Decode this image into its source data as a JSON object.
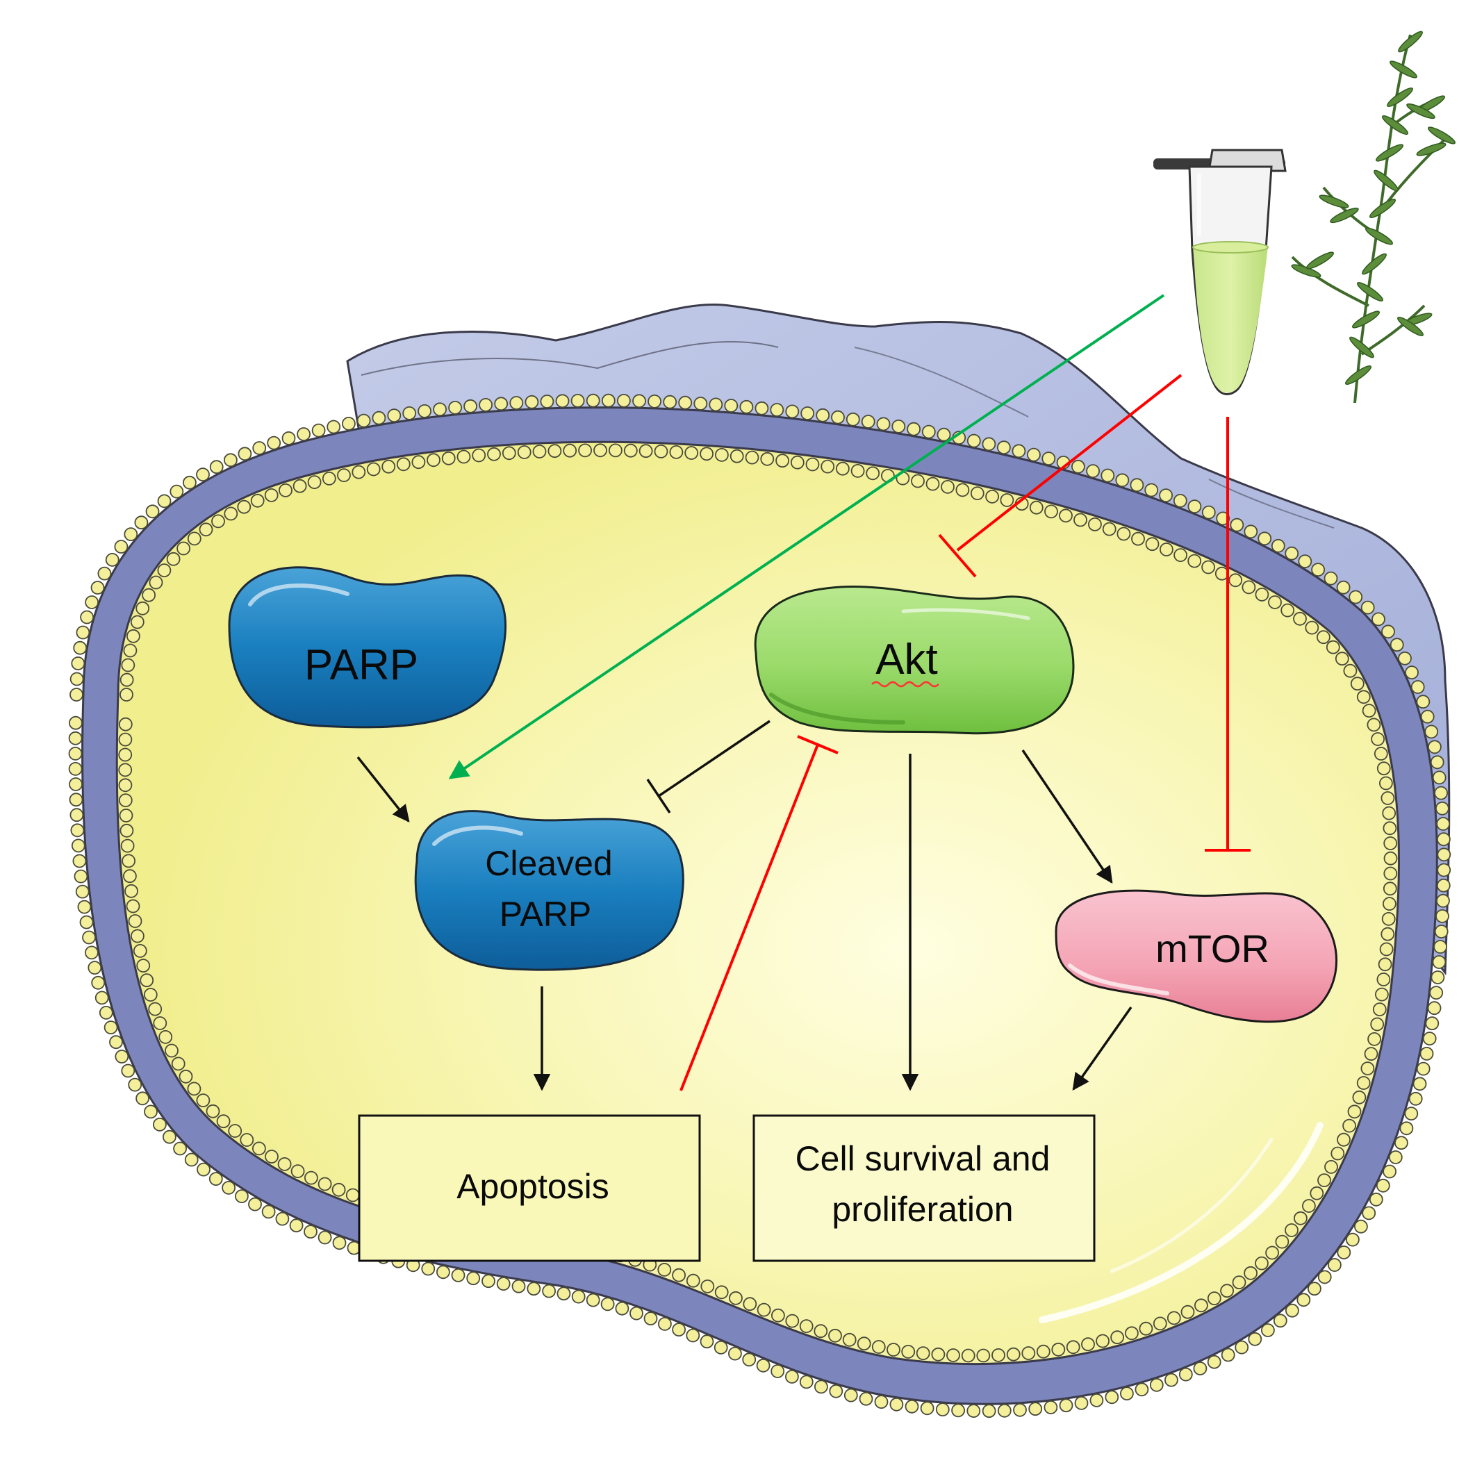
{
  "nodes": {
    "parp": "PARP",
    "akt": "Akt",
    "cleaved_parp_line1": "Cleaved",
    "cleaved_parp_line2": "PARP",
    "mtor": "mTOR"
  },
  "boxes": {
    "apoptosis": "Apoptosis",
    "survival_line1": "Cell survival and",
    "survival_line2": "proliferation"
  },
  "colors": {
    "activation": "#00b050",
    "inhibition": "#ff0000",
    "arrow": "#111111",
    "parp_blue": "#1a7fbf",
    "akt_green": "#8ed45a",
    "mtor_pink": "#f4a3b4",
    "cell_yellow": "#f6f4a0",
    "membrane_dot": "#f3ef9a",
    "membrane_band": "#7c86bd",
    "ecm_blue": "#b4bfe0"
  },
  "icons": {
    "tube": "extract-tube-icon",
    "plant": "rosemary-plant-icon"
  }
}
